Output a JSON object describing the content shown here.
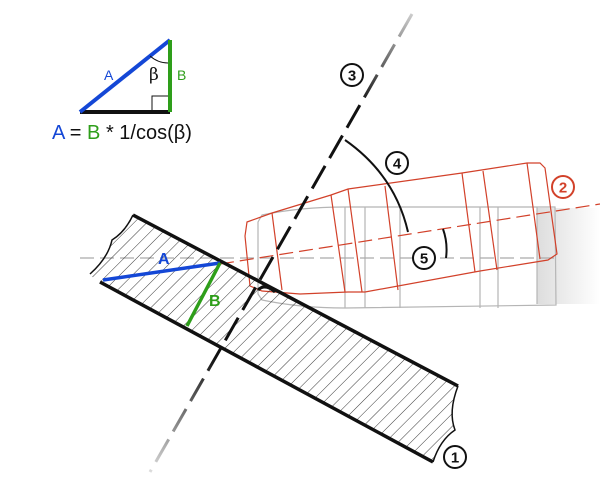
{
  "colors": {
    "blue": "#1447d6",
    "green": "#2e9e1a",
    "red": "#d2412a",
    "black": "#111111",
    "grey": "#b0b0b0"
  },
  "triangle": {
    "side_a": "A",
    "side_b": "B",
    "angle": "β",
    "formula": {
      "a": "A",
      "eq": " = ",
      "b": "B",
      "rest": " * 1/cos(β)"
    }
  },
  "plate_labels": {
    "a": "A",
    "b": "B"
  },
  "callouts": {
    "c1": "1",
    "c2": "2",
    "c3": "3",
    "c4": "4",
    "c5": "5"
  }
}
